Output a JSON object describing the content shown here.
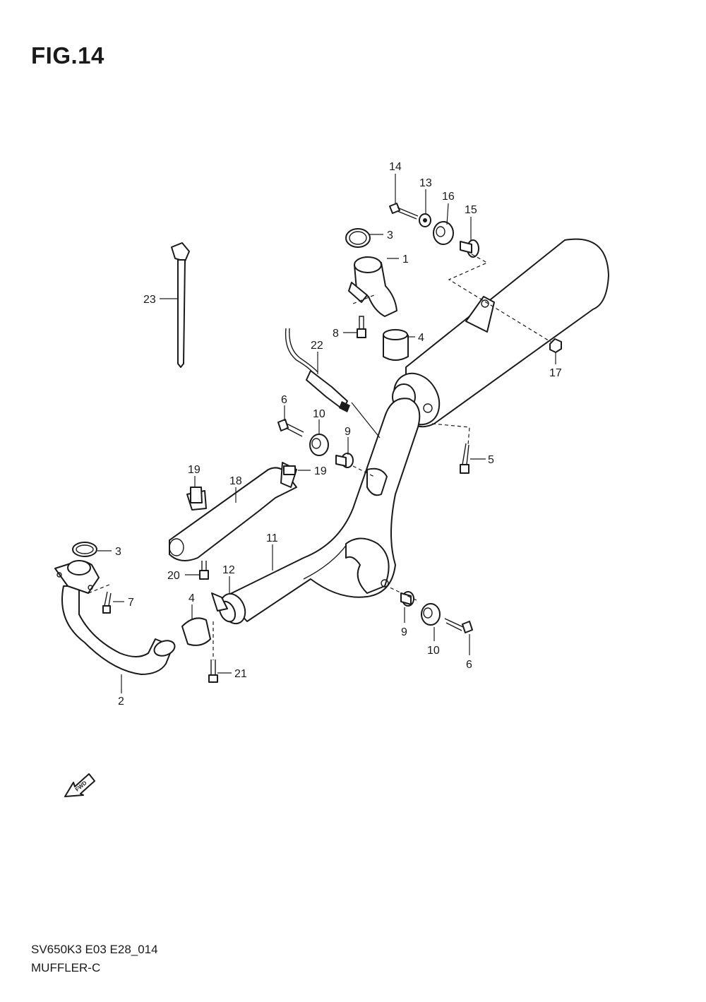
{
  "figure": {
    "title": "FIG.14",
    "code": "SV650K3 E03 E28_014",
    "name": "MUFFLER-C"
  },
  "fwd_marker": "FWD",
  "callouts": [
    {
      "id": "14",
      "text": "14"
    },
    {
      "id": "13",
      "text": "13"
    },
    {
      "id": "16",
      "text": "16"
    },
    {
      "id": "15",
      "text": "15"
    },
    {
      "id": "3a",
      "text": "3"
    },
    {
      "id": "1",
      "text": "1"
    },
    {
      "id": "23",
      "text": "23"
    },
    {
      "id": "8",
      "text": "8"
    },
    {
      "id": "4a",
      "text": "4"
    },
    {
      "id": "22",
      "text": "22"
    },
    {
      "id": "17",
      "text": "17"
    },
    {
      "id": "6a",
      "text": "6"
    },
    {
      "id": "10a",
      "text": "10"
    },
    {
      "id": "9a",
      "text": "9"
    },
    {
      "id": "5",
      "text": "5"
    },
    {
      "id": "19a",
      "text": "19"
    },
    {
      "id": "19b",
      "text": "19"
    },
    {
      "id": "18",
      "text": "18"
    },
    {
      "id": "11",
      "text": "11"
    },
    {
      "id": "3b",
      "text": "3"
    },
    {
      "id": "12",
      "text": "12"
    },
    {
      "id": "20",
      "text": "20"
    },
    {
      "id": "7",
      "text": "7"
    },
    {
      "id": "4b",
      "text": "4"
    },
    {
      "id": "9b",
      "text": "9"
    },
    {
      "id": "10b",
      "text": "10"
    },
    {
      "id": "6b",
      "text": "6"
    },
    {
      "id": "21",
      "text": "21"
    },
    {
      "id": "2",
      "text": "2"
    }
  ]
}
